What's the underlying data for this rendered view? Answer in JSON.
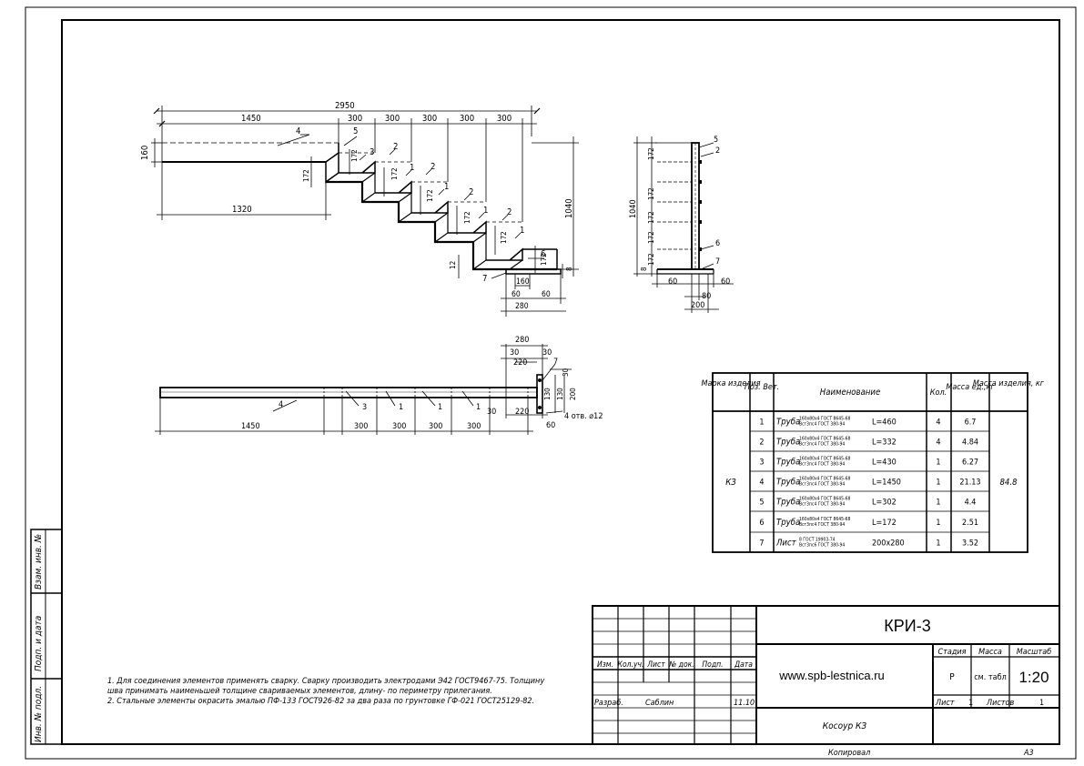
{
  "dims": {
    "top_overall": "2950",
    "top_first": "1450",
    "step_widths": [
      "300",
      "300",
      "300",
      "300",
      "300"
    ],
    "left_160": "160",
    "bottom_1320": "1320",
    "height_1040": "1040",
    "rise": "172",
    "plate_12": "12",
    "plate_8": "8",
    "d160": "160",
    "d60": "60",
    "d280": "280",
    "side_1040": "1040",
    "side_8": "8",
    "side_60": "60",
    "side_80": "80",
    "side_200": "200",
    "plan_280": "280",
    "plan_30": "30",
    "plan_220": "220",
    "plan_130": "130",
    "plan_200": "200",
    "plan_1450": "1450",
    "plan_holes": "4 отв. ⌀12"
  },
  "marks": {
    "m1": "1",
    "m2": "2",
    "m3": "3",
    "m4": "4",
    "m5": "5",
    "m6": "6",
    "m7": "7"
  },
  "spec": {
    "headers": [
      "Марка изделия",
      "Поз. Вет.",
      "Наименование",
      "Кол.",
      "Масса ед.,кг",
      "Масса изделия, кг"
    ],
    "mark": "КЗ",
    "total_mass": "84.8",
    "rows": [
      {
        "pos": "1",
        "name": "Труба",
        "std1": "160х80х4 ГОСТ 8645-68",
        "std2": "Вст3пс4 ГОСТ 380-94",
        "len": "L=460",
        "qty": "4",
        "mass": "6.7"
      },
      {
        "pos": "2",
        "name": "Труба",
        "std1": "160х80х4 ГОСТ 8645-68",
        "std2": "Вст3пс4 ГОСТ 380-94",
        "len": "L=332",
        "qty": "4",
        "mass": "4.84"
      },
      {
        "pos": "3",
        "name": "Труба",
        "std1": "160х80х4 ГОСТ 8645-68",
        "std2": "Вст3пс4 ГОСТ 380-94",
        "len": "L=430",
        "qty": "1",
        "mass": "6.27"
      },
      {
        "pos": "4",
        "name": "Труба",
        "std1": "160х80х4 ГОСТ 8645-68",
        "std2": "Вст3пс4 ГОСТ 380-94",
        "len": "L=1450",
        "qty": "1",
        "mass": "21.13"
      },
      {
        "pos": "5",
        "name": "Труба",
        "std1": "160х80х4 ГОСТ 8645-68",
        "std2": "Вст3пс4 ГОСТ 380-94",
        "len": "L=302",
        "qty": "1",
        "mass": "4.4"
      },
      {
        "pos": "6",
        "name": "Труба",
        "std1": "160х80х4 ГОСТ 8645-68",
        "std2": "Вст3пс4 ГОСТ 380-94",
        "len": "L=172",
        "qty": "1",
        "mass": "2.51"
      },
      {
        "pos": "7",
        "name": "Лист",
        "std1": "8 ГОСТ 19903-74",
        "std2": "Вст3пс6 ГОСТ 380-94",
        "len": "200х280",
        "qty": "1",
        "mass": "3.52"
      }
    ]
  },
  "notes": [
    "1. Для соединения элементов применять сварку. Сварку производить электродами Э42 ГОСТ9467-75. Толщину",
    "шва принимать наименьшей толщине свариваемых элементов, длину- по периметру прилегания.",
    "2. Стальные элементы окрасить эмалью ПФ-133 ГОСТ926-82 за два раза по грунтовке ГФ-021 ГОСТ25129-82."
  ],
  "side_labels": [
    "Инв. № подл.",
    "Подп. и дата",
    "Взам. инв. №"
  ],
  "title_block": {
    "code": "КРИ-3",
    "website": "www.spb-lestnica.ru",
    "hdr": [
      "Изм.",
      "Кол.уч.",
      "Лист",
      "№ док.",
      "Подп.",
      "Дата"
    ],
    "razrab_label": "Разраб.",
    "razrab_name": "Саблин",
    "razrab_date": "11.10",
    "stage_label": "Стадия",
    "mass_label": "Масса",
    "scale_label": "Масштаб",
    "stage": "Р",
    "mass": "см. табл",
    "scale": "1:20",
    "sheet_label": "Лист",
    "sheet_num": "1",
    "sheets_label": "Листов",
    "sheets_num": "1",
    "part_name": "Косоур КЗ",
    "copied": "Копировал",
    "format": "А3"
  }
}
